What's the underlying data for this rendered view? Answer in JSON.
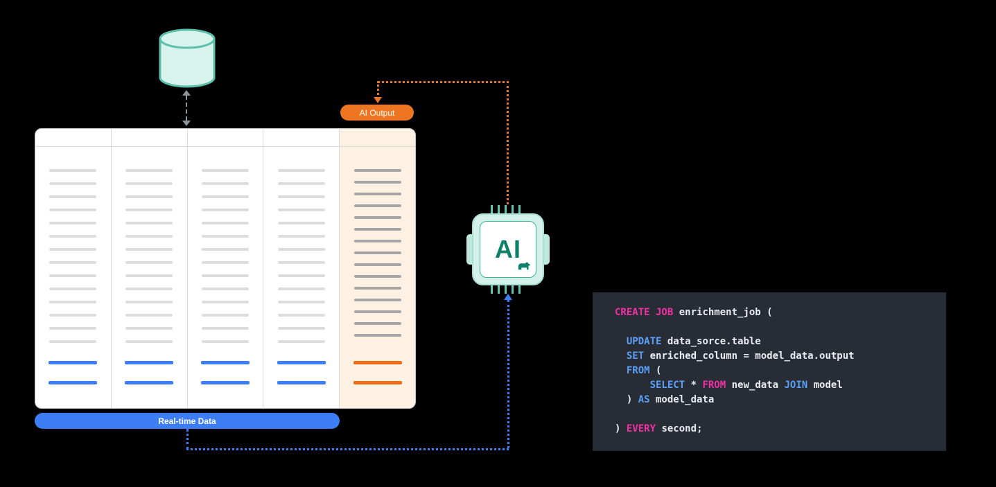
{
  "diagram": {
    "badges": {
      "ai_output": "AI Output",
      "realtime": "Real-time Data"
    },
    "chip": {
      "label": "AI",
      "logo": "mindsdb-bear-icon"
    },
    "database": {
      "icon": "database-cylinder-icon"
    },
    "table": {
      "columns": [
        {
          "variant": "plain",
          "line_count": 14,
          "line_gap": 15,
          "line_color": "#dcdcdc",
          "accent_count": 2,
          "accent_color": "#3d7ef7"
        },
        {
          "variant": "plain",
          "line_count": 14,
          "line_gap": 15,
          "line_color": "#dcdcdc",
          "accent_count": 2,
          "accent_color": "#3d7ef7"
        },
        {
          "variant": "plain",
          "line_count": 14,
          "line_gap": 15,
          "line_color": "#dcdcdc",
          "accent_count": 2,
          "accent_color": "#3d7ef7"
        },
        {
          "variant": "plain",
          "line_count": 14,
          "line_gap": 15,
          "line_color": "#dcdcdc",
          "accent_count": 2,
          "accent_color": "#3d7ef7"
        },
        {
          "variant": "ai",
          "line_count": 15,
          "line_gap": 13,
          "line_color": "#a6a6a6",
          "accent_count": 2,
          "accent_color": "#ee6d17"
        }
      ]
    },
    "colors": {
      "accent_orange": "#ee7623",
      "accent_blue": "#3d7ef7",
      "teal_dark": "#0c8068",
      "teal_light": "#d3f0e9",
      "ai_column_bg": "#fcf1e2",
      "code_bg": "#282c34"
    },
    "code": {
      "token_colors": {
        "pink": "#f031a5",
        "blue": "#5aa0f8",
        "plain": "#e9edf2"
      },
      "lines": [
        [
          {
            "t": "CREATE JOB",
            "c": "pink"
          },
          {
            "t": " enrichment_job (",
            "c": "plain"
          }
        ],
        [],
        [
          {
            "t": "  ",
            "c": "plain"
          },
          {
            "t": "UPDATE",
            "c": "blue"
          },
          {
            "t": " data_sorce.table",
            "c": "plain"
          }
        ],
        [
          {
            "t": "  ",
            "c": "plain"
          },
          {
            "t": "SET",
            "c": "blue"
          },
          {
            "t": " enriched_column = model_data.output",
            "c": "plain"
          }
        ],
        [
          {
            "t": "  ",
            "c": "plain"
          },
          {
            "t": "FROM",
            "c": "blue"
          },
          {
            "t": " (",
            "c": "plain"
          }
        ],
        [
          {
            "t": "      ",
            "c": "plain"
          },
          {
            "t": "SELECT",
            "c": "blue"
          },
          {
            "t": " * ",
            "c": "plain"
          },
          {
            "t": "FROM",
            "c": "pink"
          },
          {
            "t": " new_data ",
            "c": "plain"
          },
          {
            "t": "JOIN",
            "c": "blue"
          },
          {
            "t": " model",
            "c": "plain"
          }
        ],
        [
          {
            "t": "  ) ",
            "c": "plain"
          },
          {
            "t": "AS",
            "c": "blue"
          },
          {
            "t": " model_data",
            "c": "plain"
          }
        ],
        [],
        [
          {
            "t": ") ",
            "c": "plain"
          },
          {
            "t": "EVERY",
            "c": "pink"
          },
          {
            "t": " second;",
            "c": "plain"
          }
        ]
      ]
    }
  }
}
